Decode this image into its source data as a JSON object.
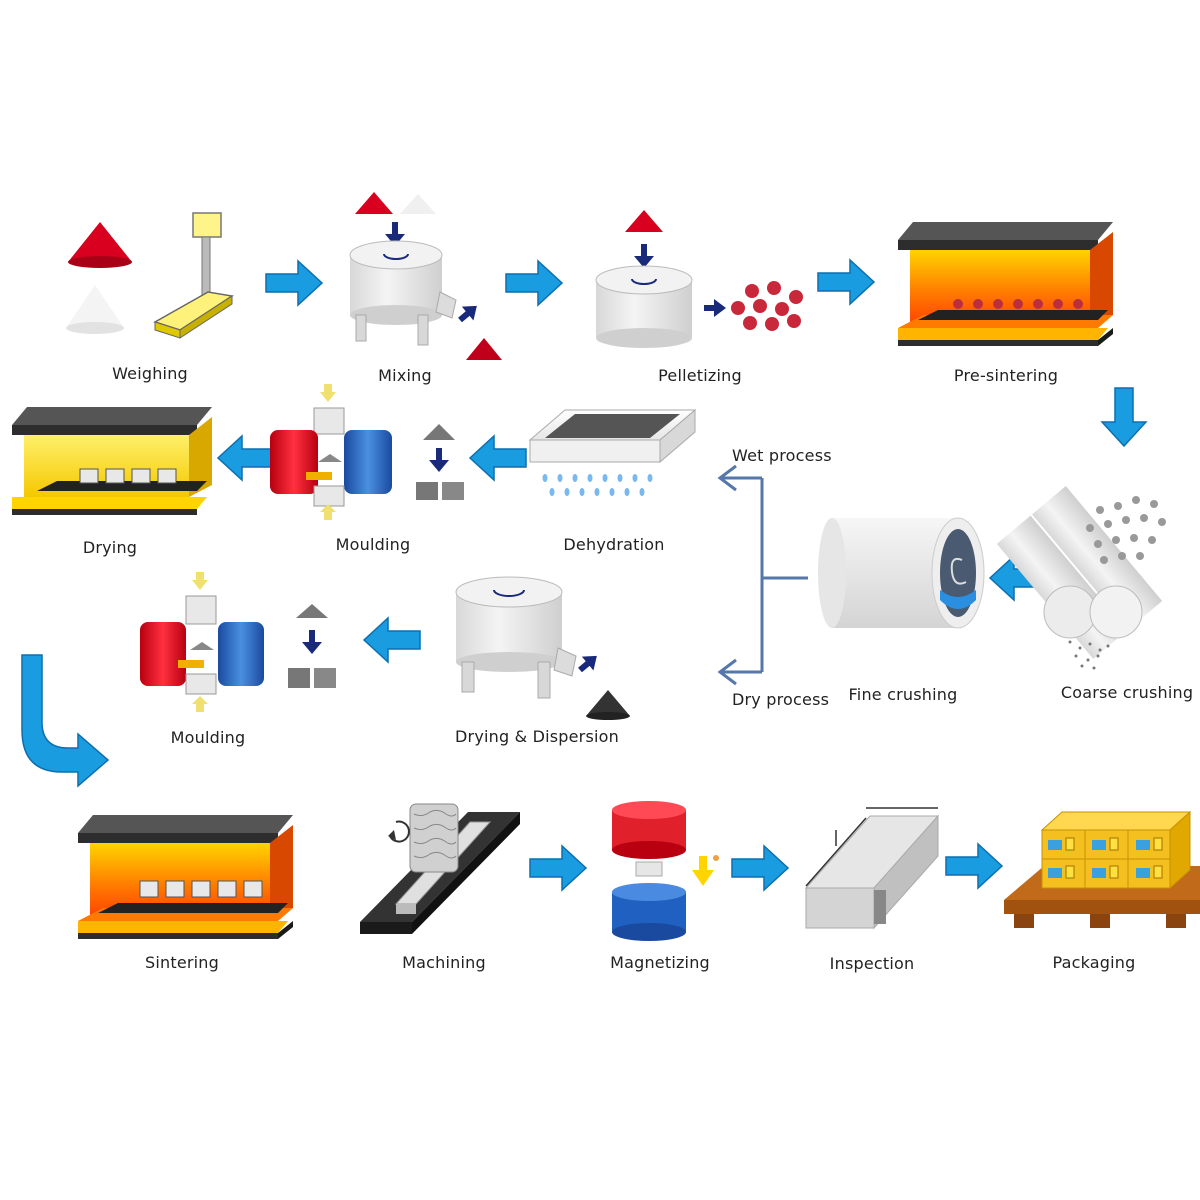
{
  "steps": {
    "weighing": "Weighing",
    "mixing": "Mixing",
    "pelletizing": "Pelletizing",
    "pre_sintering": "Pre-sintering",
    "coarse_crushing": "Coarse crushing",
    "fine_crushing": "Fine crushing",
    "wet_process": "Wet process",
    "dry_process": "Dry process",
    "dehydration": "Dehydration",
    "moulding_wet": "Moulding",
    "drying": "Drying",
    "drying_dispersion": "Drying & Dispersion",
    "moulding_dry": "Moulding",
    "sintering": "Sintering",
    "machining": "Machining",
    "magnetizing": "Magnetizing",
    "inspection": "Inspection",
    "packaging": "Packaging"
  },
  "colors": {
    "flow_arrow": "#1a9de0",
    "small_arrow": "#1a2a7a",
    "branch_line": "#5577aa",
    "furnace_orange": "#ff6a00",
    "furnace_yellow": "#ffd400",
    "powder_red": "#d8001e",
    "magnet_red": "#e0202a",
    "magnet_blue": "#2060c0"
  }
}
